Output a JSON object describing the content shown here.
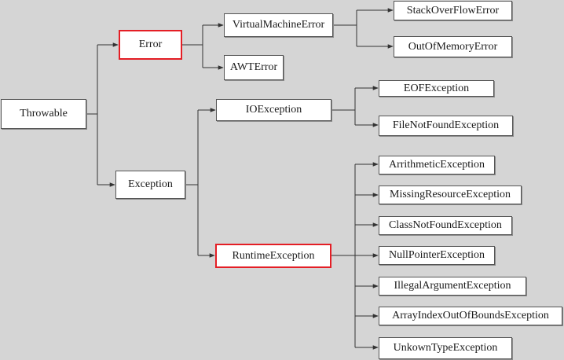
{
  "diagram": {
    "highlight_color": "#e41e25",
    "nodes": {
      "throwable": "Throwable",
      "error": "Error",
      "virtual_machine_error": "VirtualMachineError",
      "stack_overflow_error": "StackOverFlowError",
      "out_of_memory_error": "OutOfMemoryError",
      "awt_error": "AWTError",
      "exception": "Exception",
      "io_exception": "IOException",
      "eof_exception": "EOFException",
      "file_not_found_exception": "FileNotFoundException",
      "runtime_exception": "RuntimeException",
      "arithmetic_exception": "ArrithmeticException",
      "missing_resource_exception": "MissingResourceException",
      "class_not_found_exception": "ClassNotFoundException",
      "null_pointer_exception": "NullPointerException",
      "illegal_argument_exception": "IllegalArgumentException",
      "array_index_out_of_bounds_exception": "ArrayIndexOutOfBoundsException",
      "unknown_type_exception": "UnkownTypeException"
    },
    "highlighted": [
      "error",
      "runtime_exception"
    ]
  }
}
